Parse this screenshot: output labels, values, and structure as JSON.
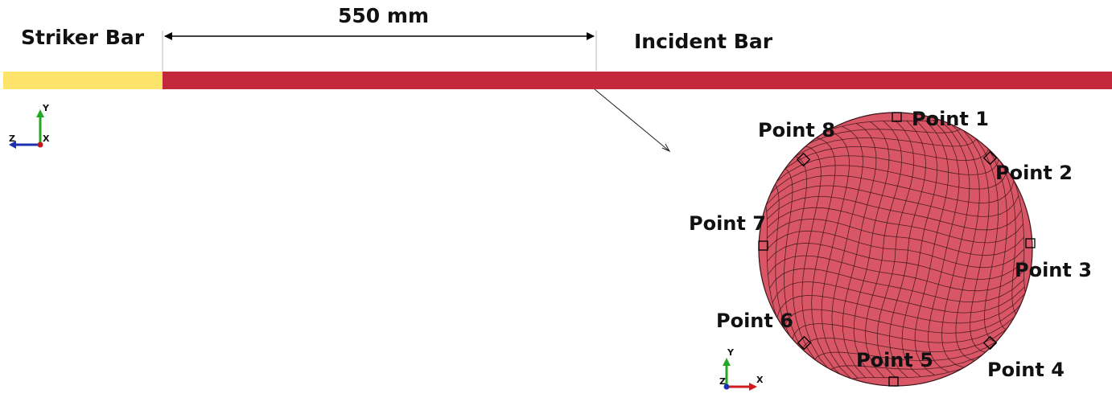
{
  "labels": {
    "striker_bar": "Striker Bar",
    "incident_bar": "Incident Bar",
    "dimension": "550 mm"
  },
  "points": [
    "Point 1",
    "Point 2",
    "Point 3",
    "Point 4",
    "Point 5",
    "Point 6",
    "Point 7",
    "Point 8"
  ],
  "triad_left": {
    "y": "Y",
    "z": "Z",
    "x": "X"
  },
  "triad_bottom": {
    "y": "Y",
    "x": "X",
    "z": "Z"
  },
  "colors": {
    "striker_bar": "#fde36a",
    "incident_bar": "#c4283d",
    "cross_section": "#d85665",
    "mesh_line": "#3a1418",
    "axis_y": "#22a822",
    "axis_z": "#1b2fb0",
    "axis_x": "#d01c1c"
  }
}
